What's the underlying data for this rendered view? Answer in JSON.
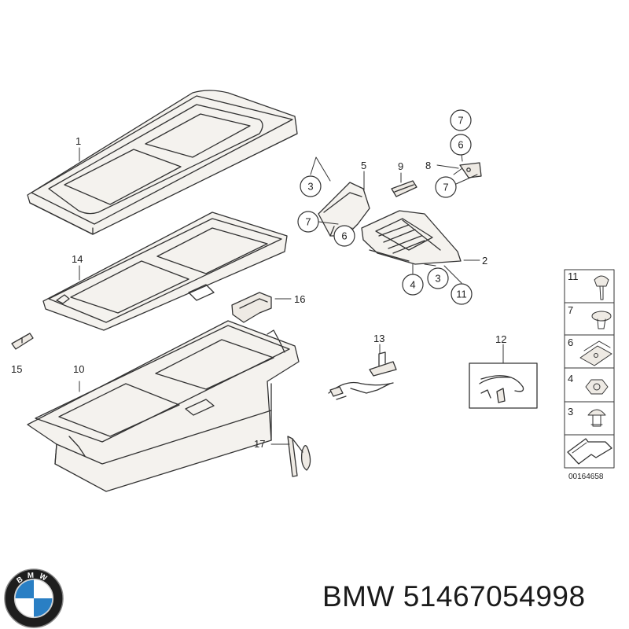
{
  "diagram": {
    "code": "00164658",
    "callouts": {
      "p1": "1",
      "p14": "14",
      "p16": "16",
      "p15": "15",
      "p10": "10",
      "p17": "17",
      "p13": "13",
      "p12": "12",
      "p5": "5",
      "p9": "9",
      "p8": "8",
      "p2": "2"
    },
    "circled": {
      "c3a": "3",
      "c7a": "7",
      "c6a": "6",
      "c7b": "7",
      "c6b": "6",
      "c7c": "7",
      "c4": "4",
      "c3b": "3",
      "c11": "11"
    },
    "legend": [
      "11",
      "7",
      "6",
      "4",
      "3"
    ]
  },
  "footer": {
    "brand": "BMW",
    "part_number": "51467054998",
    "logo_letters": "BMW",
    "logo_colors": {
      "blue": "#2a7fc4",
      "white": "#ffffff",
      "ring": "#1e1e1e"
    }
  }
}
